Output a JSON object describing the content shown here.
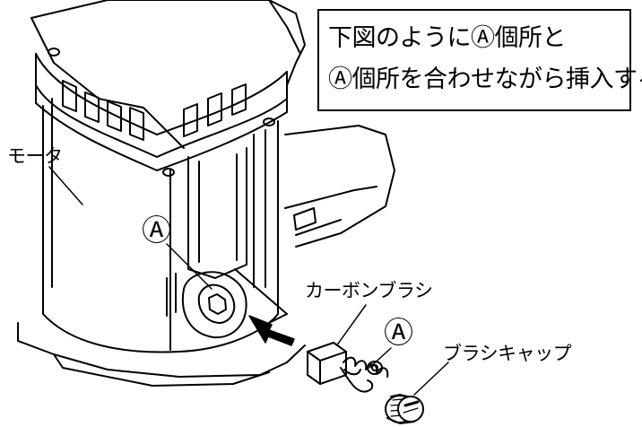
{
  "callout": {
    "line1": "下図のようにⒶ個所と",
    "line2": "Ⓐ個所を合わせながら挿入する"
  },
  "labels": {
    "motor": "モータ",
    "carbon_brush": "カーボンブラシ",
    "brush_cap": "ブラシキャップ"
  },
  "markers": {
    "motor_side": "Ⓐ",
    "brush_side": "Ⓐ"
  },
  "icons": {
    "insert_arrow": "insert-arrow-icon"
  },
  "colors": {
    "line": "#000000",
    "fill": "#ffffff"
  }
}
